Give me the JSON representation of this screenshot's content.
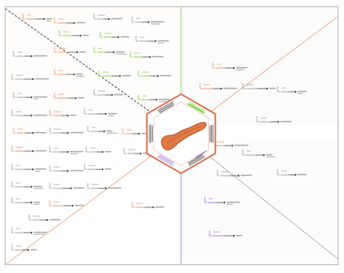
{
  "colors": {
    "orange": "#f08a5d",
    "green": "#7ccf3f",
    "purple": "#9c6bd6",
    "black": "#2b2b2b",
    "gray": "#9a9a9a",
    "hex_border": "#d97352",
    "organ_dark": "#b4502a",
    "organ_light": "#e07a45"
  },
  "center": {
    "icon": "pancreas-organ-icon"
  },
  "nodes": [
    {
      "icon": "molecule-icon",
      "color": "orange"
    },
    {
      "icon": "molecule-icon",
      "color": "green"
    },
    {
      "icon": "molecule-icon",
      "color": "purple"
    },
    {
      "icon": "arrow-right-icon",
      "color": "black"
    }
  ]
}
